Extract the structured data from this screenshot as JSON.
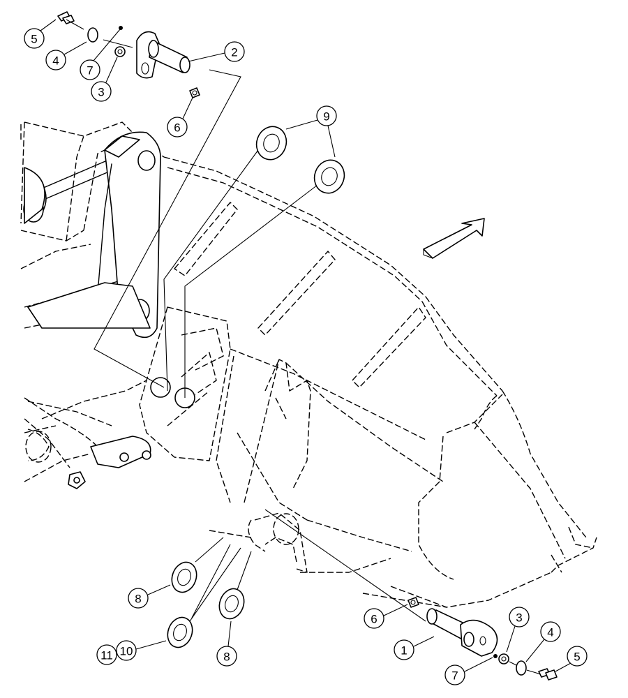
{
  "callouts": [
    {
      "id": "c5a",
      "label": "5"
    },
    {
      "id": "c4a",
      "label": "4"
    },
    {
      "id": "c7a",
      "label": "7"
    },
    {
      "id": "c3a",
      "label": "3"
    },
    {
      "id": "c2",
      "label": "2"
    },
    {
      "id": "c6a",
      "label": "6"
    },
    {
      "id": "c9",
      "label": "9"
    },
    {
      "id": "c8a",
      "label": "8"
    },
    {
      "id": "c8b",
      "label": "8"
    },
    {
      "id": "c11",
      "label": "11"
    },
    {
      "id": "c10",
      "label": "10"
    },
    {
      "id": "c6b",
      "label": "6"
    },
    {
      "id": "c1",
      "label": "1"
    },
    {
      "id": "c7b",
      "label": "7"
    },
    {
      "id": "c3b",
      "label": "3"
    },
    {
      "id": "c4b",
      "label": "4"
    },
    {
      "id": "c5b",
      "label": "5"
    }
  ],
  "parts": [
    {
      "number": "1",
      "name": "pin-lower"
    },
    {
      "number": "2",
      "name": "pin-upper"
    },
    {
      "number": "3",
      "name": "spacer"
    },
    {
      "number": "4",
      "name": "washer"
    },
    {
      "number": "5",
      "name": "bolt"
    },
    {
      "number": "6",
      "name": "grease-fitting"
    },
    {
      "number": "7",
      "name": "nut"
    },
    {
      "number": "8",
      "name": "shim"
    },
    {
      "number": "9",
      "name": "shim"
    },
    {
      "number": "10",
      "name": "shim"
    },
    {
      "number": "11",
      "name": "shim"
    }
  ],
  "icons": {
    "direction_arrow": "front-direction-arrow-icon"
  },
  "colors": {
    "ink": "#000000",
    "paper": "#ffffff"
  }
}
